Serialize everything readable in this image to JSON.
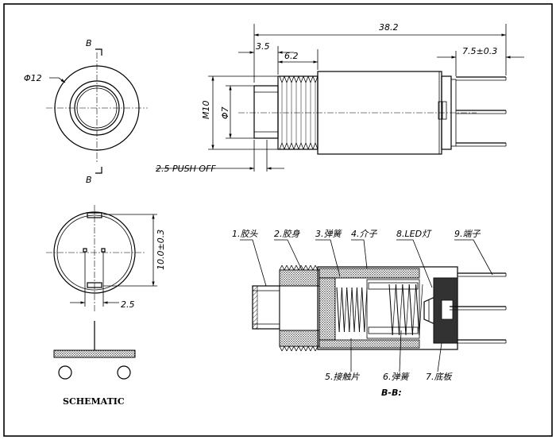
{
  "dimensions": {
    "phi12": "Φ12",
    "section_mark": "B",
    "len_38_2": "38.2",
    "len_3_5": "3.5",
    "len_6_2": "6.2",
    "len_7_5": "7.5±0.3",
    "m10": "M10",
    "phi7": "Φ7",
    "push_off": "2.5 PUSH OFF",
    "pitch_10": "10.0±0.3",
    "pin_2_5": "2.5"
  },
  "parts": [
    {
      "label": "1.胶头"
    },
    {
      "label": "2.胶身"
    },
    {
      "label": "3.弹簧"
    },
    {
      "label": "4.介子"
    },
    {
      "label": "8.LED灯"
    },
    {
      "label": "9.端子"
    },
    {
      "label": "5.接触片"
    },
    {
      "label": "6.弹簧"
    },
    {
      "label": "7.底板"
    }
  ],
  "section_title": "B-B:",
  "schematic_label": "SCHEMATIC"
}
